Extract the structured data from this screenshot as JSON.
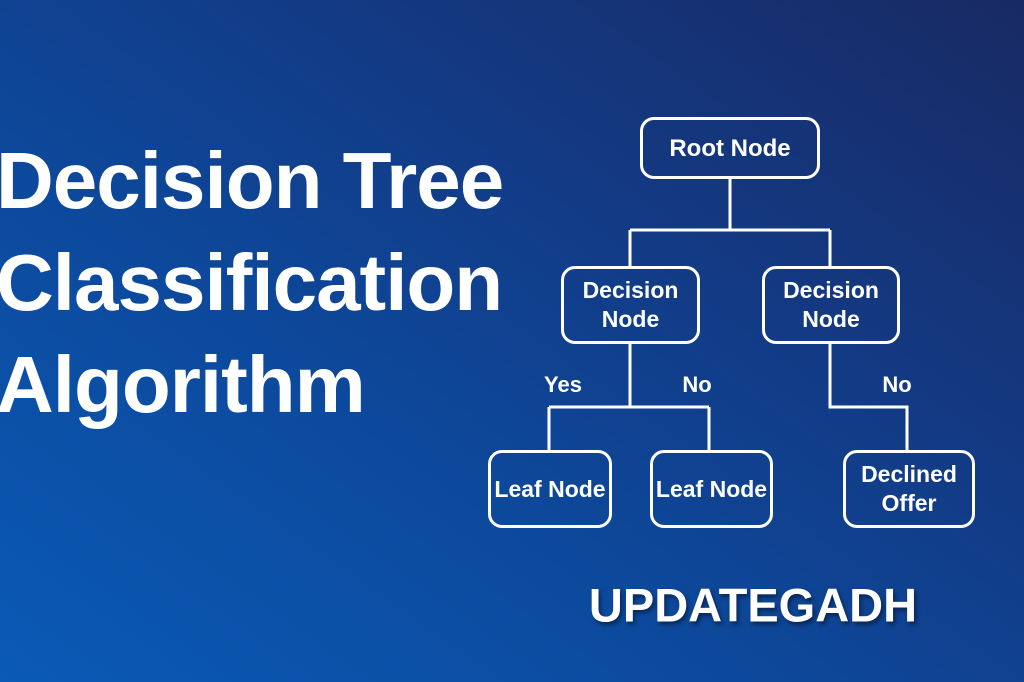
{
  "title_lines": [
    "Decision Tree",
    "Classification",
    "Algorithm"
  ],
  "nodes": {
    "root": "Root Node",
    "decision_left": "Decision Node",
    "decision_right": "Decision Node",
    "leaf_left": "Leaf Node",
    "leaf_middle": "Leaf Node",
    "declined": "Declined Offer"
  },
  "edge_labels": {
    "yes": "Yes",
    "no_left": "No",
    "no_right": "No"
  },
  "brand": "UPDATEGADH",
  "colors": {
    "bg_light": "#0a5ab6",
    "bg_dark": "#182a64",
    "line": "#ffffff"
  }
}
